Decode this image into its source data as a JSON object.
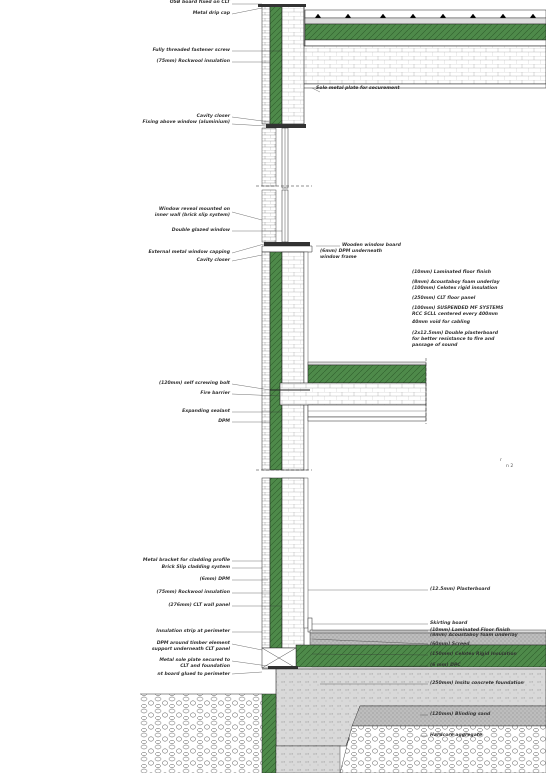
{
  "labels_left_top": [
    "OSB board fixed on CLT",
    "Metal drip cap",
    "Fully threaded fastener screw",
    "(75mm) Rockwool insulation",
    "Cavity closer",
    "Fixing above window (aluminium)"
  ],
  "labels_left_mid": [
    "Window reveal mounted on",
    "inner wall (brick slip system)",
    "Double glazed window",
    "External metal window capping",
    "Cavity closer",
    "(120mm) self screwing bolt",
    "Fire barrier",
    "Expanding sealant",
    "DPM"
  ],
  "labels_left_bottom": [
    "Metal bracket for cladding profile",
    "Brick Slip cladding system",
    "(6mm) DPM",
    "(75mm) Rockwool insulation",
    "(276mm) CLT wall panel",
    "Insulation strip at perimeter",
    "DPM around timber element",
    "support underneath CLT panel",
    "Metal sole plate secured to",
    "CLT and foundation",
    "nt board glued to perimeter"
  ],
  "label_top_right": "Sole metal plate for securement",
  "labels_right_mid": [
    "Wooden window board",
    "(6mm) DPM underneath",
    "window frame"
  ],
  "floor_buildup": [
    "(10mm) Laminated floor finish",
    "(8mm) Acoustaboy foam underlay",
    "(100mm) Celotex rigid insulation",
    "(250mm) CLT floor panel",
    "(100mm) SUSPENDED MF SYSTEMS",
    "RCC SCLL centered every 400mm",
    "40mm void for cabling",
    "(2x12.5mm) Double plasterboard",
    "for better resistance to fire and",
    "passage of sound"
  ],
  "labels_right_bottom": [
    "(12.5mm) Plasterboard",
    "Skirting board",
    "(10mm) Laminated Floor finish",
    "(8mm) Acoustaboy foam underlay",
    "(60mm) Screed",
    "(150mm) Celotex Rigid Insulation",
    "(6 mm) DPC",
    "(250mm) Insitu concrete foundation",
    "(120mm) Blinding sand",
    "Hardcore aggregate"
  ],
  "margin_note": "n 2",
  "colors": {
    "insulation": "#4e8a4a",
    "line": "#222222",
    "concrete": "#d8d8d8",
    "label": "#333333"
  }
}
